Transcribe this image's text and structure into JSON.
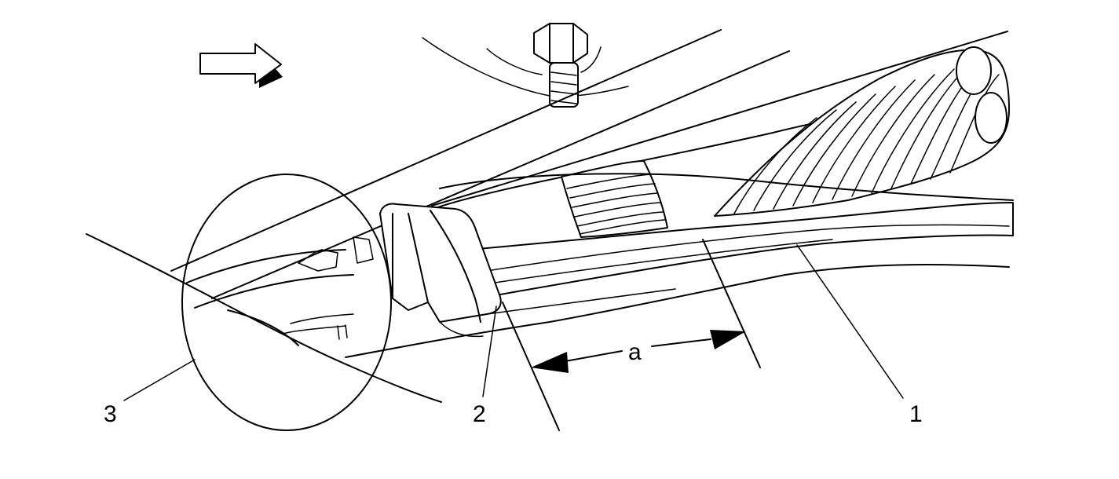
{
  "callouts": {
    "one": "1",
    "two": "2",
    "three": "3",
    "dimension": "a"
  },
  "icons": {
    "direction_arrow": "right-arrow-icon",
    "bolt": "bolt-icon"
  }
}
